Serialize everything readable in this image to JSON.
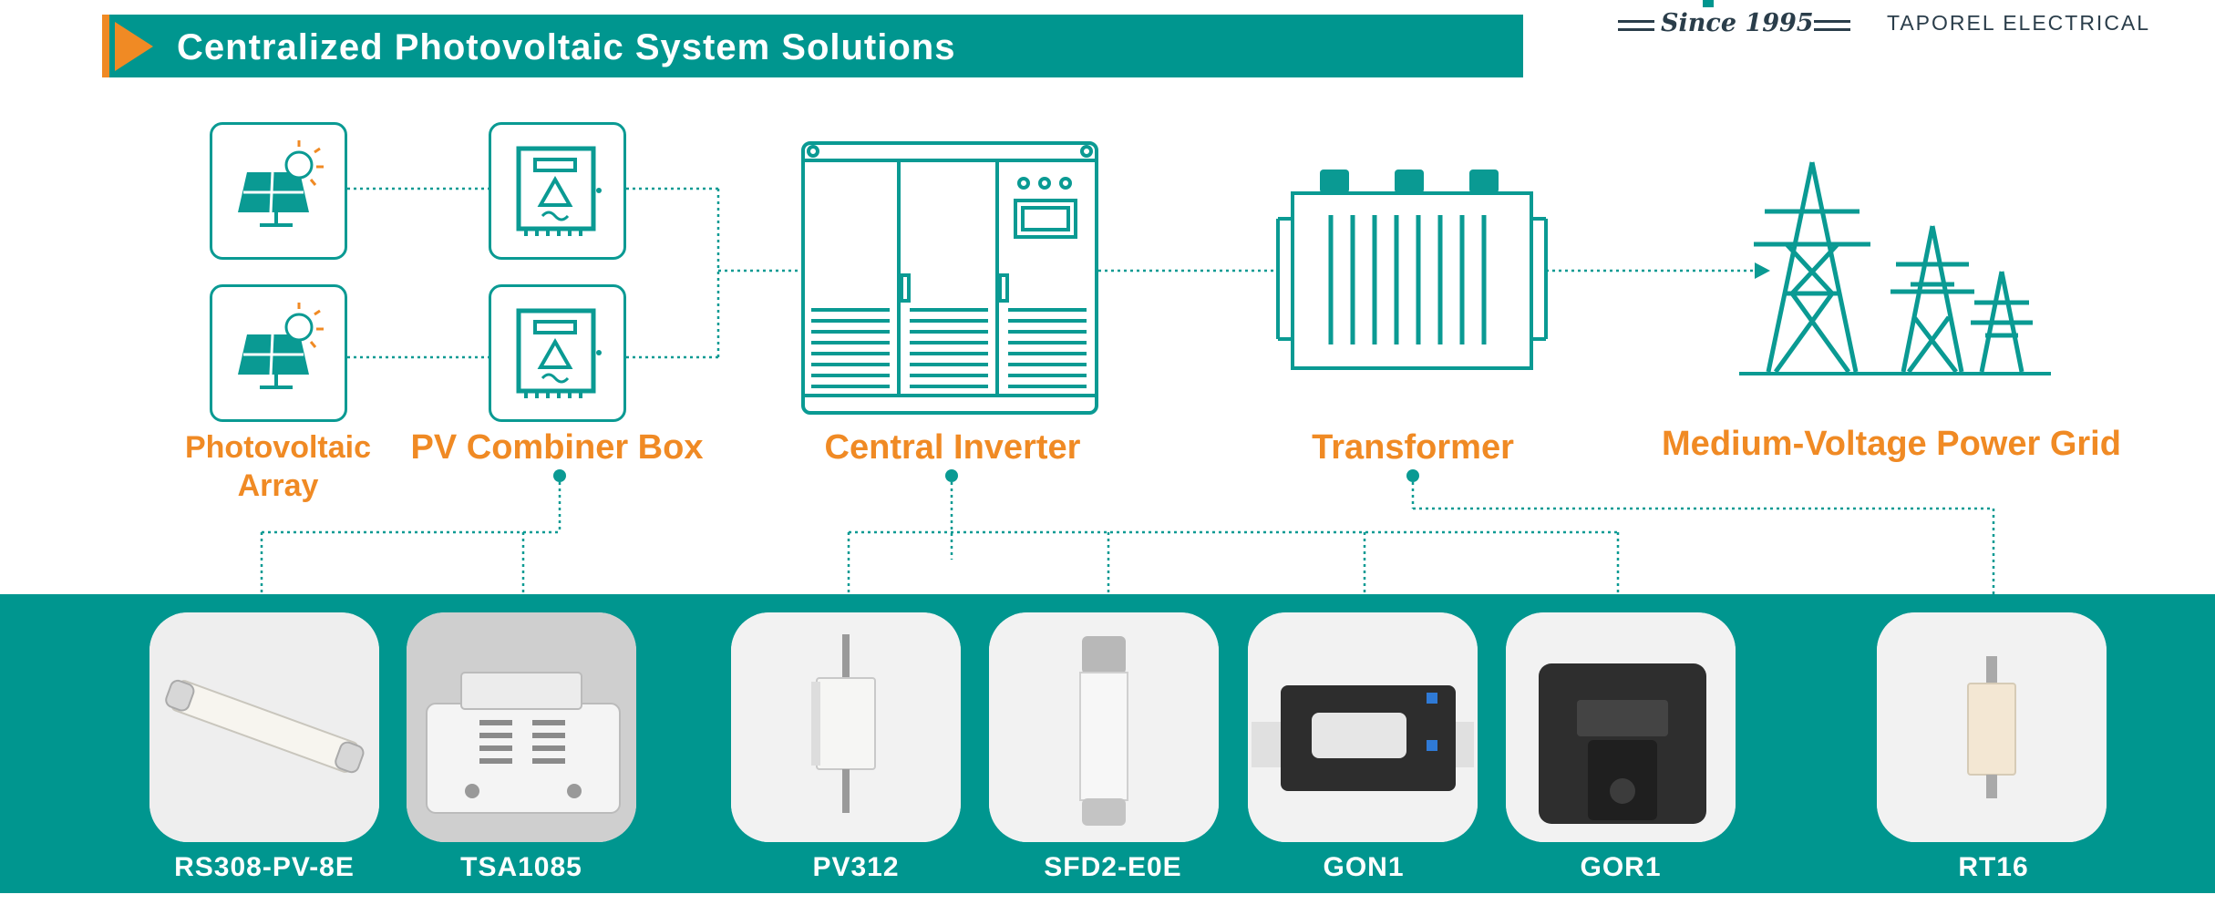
{
  "header": {
    "title": "Centralized Photovoltaic System Solutions"
  },
  "logo": {
    "since": "Since 1995",
    "company": "TAPOREL ELECTRICAL"
  },
  "stages": [
    {
      "id": "pv-array",
      "label_line1": "Photovoltaic",
      "label_line2": "Array",
      "icon": "solar-panel-icon"
    },
    {
      "id": "combiner",
      "label": "PV Combiner Box",
      "icon": "combiner-box-icon"
    },
    {
      "id": "inverter",
      "label": "Central Inverter",
      "icon": "central-inverter-icon"
    },
    {
      "id": "transformer",
      "label": "Transformer",
      "icon": "transformer-icon"
    },
    {
      "id": "grid",
      "label": "Medium-Voltage Power Grid",
      "icon": "power-tower-icon"
    }
  ],
  "products": [
    {
      "name": "RS308-PV-8E",
      "icon": "pv-fuse-icon"
    },
    {
      "name": "TSA1085",
      "icon": "fuse-base-icon"
    },
    {
      "name": "PV312",
      "icon": "nh-fuse-icon"
    },
    {
      "name": "SFD2-E0E",
      "icon": "cylindrical-fuse-icon"
    },
    {
      "name": "GON1",
      "icon": "current-sensor-icon"
    },
    {
      "name": "GOR1",
      "icon": "current-sensor-black-icon"
    },
    {
      "name": "RT16",
      "icon": "nh-fuse-ivory-icon"
    }
  ],
  "colors": {
    "teal": "#00968F",
    "orange": "#F08A24",
    "white": "#FFFFFF"
  }
}
